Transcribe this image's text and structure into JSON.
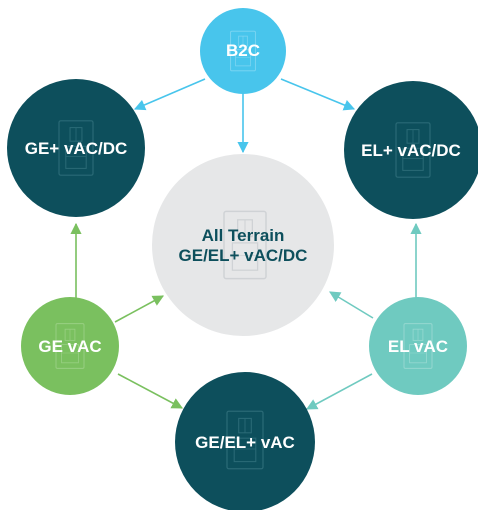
{
  "colors": {
    "light_blue": "#48c5ec",
    "dark_teal": "#0d4f5c",
    "light_gray": "#e6e7e8",
    "green": "#7ac05f",
    "mint": "#6fcac0",
    "white_text": "#ffffff",
    "dark_text": "#0d4f5c"
  },
  "nodes": {
    "b2c": {
      "label": "B2C"
    },
    "ge_plus": {
      "label": "GE+ vAC/DC"
    },
    "el_plus": {
      "label": "EL+ vAC/DC"
    },
    "all_terrain": {
      "line1": "All Terrain",
      "line2": "GE/EL+ vAC/DC"
    },
    "ge_vac": {
      "label": "GE vAC"
    },
    "el_vac": {
      "label": "EL vAC"
    },
    "ge_el_vac": {
      "label": "GE/EL+ vAC"
    }
  },
  "icons": {
    "charger": "charger-icon"
  }
}
